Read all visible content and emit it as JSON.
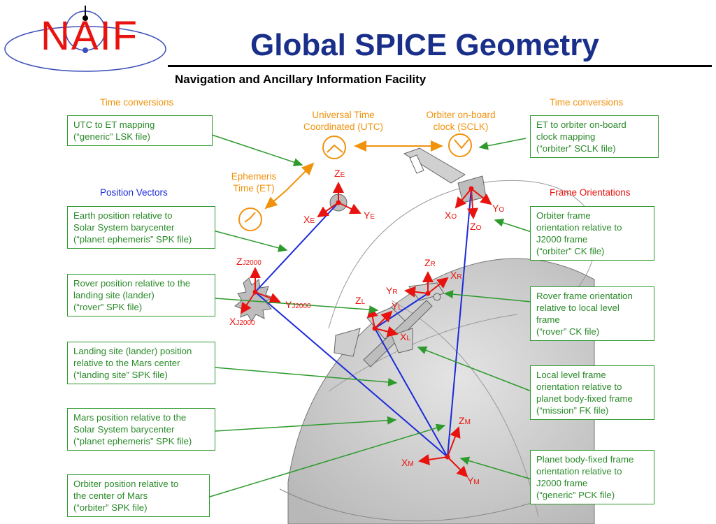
{
  "logo": {
    "text": "NAIF"
  },
  "header": {
    "title": "Global SPICE Geometry",
    "subtitle": "Navigation and Ancillary Information Facility"
  },
  "section_labels": {
    "time_left": "Time conversions",
    "time_right": "Time conversions",
    "position_vectors": "Position Vectors",
    "frame_orientations": "Frame Orientations"
  },
  "clocks": {
    "utc": [
      "Universal Time",
      "Coordinated (UTC)"
    ],
    "sclk": [
      "Orbiter on-board",
      "clock (SCLK)"
    ],
    "et": [
      "Ephemeris",
      "Time (ET)"
    ]
  },
  "boxes": {
    "utc_et": [
      "UTC to ET mapping",
      "(“generic” LSK file)"
    ],
    "et_sclk": [
      "ET to orbiter on-board",
      "clock mapping",
      "(“orbiter” SCLK file)"
    ],
    "earth_pos": [
      "Earth position relative to",
      "Solar System barycenter",
      "(“planet ephemeris” SPK file)"
    ],
    "orbiter_frame": [
      "Orbiter frame",
      "orientation relative to",
      "J2000 frame",
      "(“orbiter” CK file)"
    ],
    "rover_pos": [
      "Rover position relative to the",
      "landing site (lander)",
      "(“rover” SPK file)"
    ],
    "rover_frame": [
      "Rover frame orientation",
      "relative to local level",
      "frame",
      "(“rover” CK file)"
    ],
    "landing_site": [
      "Landing site (lander) position",
      "relative to the Mars center",
      "(“landing site” SPK file)"
    ],
    "local_level": [
      "Local level frame",
      "orientation relative to",
      "planet body-fixed frame",
      "(“mission” FK file)"
    ],
    "mars_pos": [
      "Mars position relative to the",
      "Solar System barycenter",
      "(“planet ephemeris” SPK file)"
    ],
    "body_fixed": [
      "Planet body-fixed frame",
      "orientation relative to",
      "J2000 frame",
      "(“generic” PCK file)"
    ],
    "orbiter_pos": [
      "Orbiter position relative to",
      "the center of Mars",
      "(“orbiter” SPK file)"
    ]
  },
  "axes": {
    "ze": [
      "Z",
      "E"
    ],
    "xe": [
      "X",
      "E"
    ],
    "ye": [
      "Y",
      "E"
    ],
    "yo": [
      "Y",
      "O"
    ],
    "xo": [
      "X",
      "O"
    ],
    "zo": [
      "Z",
      "O"
    ],
    "zj": [
      "Z",
      "J2000"
    ],
    "yj": [
      "Y",
      "J2000"
    ],
    "xj": [
      "X",
      "J2000"
    ],
    "zr": [
      "Z",
      "R"
    ],
    "xr": [
      "X",
      "R"
    ],
    "yr": [
      "Y",
      "R"
    ],
    "zl": [
      "Z",
      "L"
    ],
    "yl": [
      "Y",
      "L"
    ],
    "xl": [
      "X",
      "L"
    ],
    "zm": [
      "Z",
      "M"
    ],
    "xm": [
      "X",
      "M"
    ],
    "ym": [
      "Y",
      "M"
    ]
  },
  "colors": {
    "title": "#1a2f8a",
    "box": "#2e9a2e",
    "clock": "#f0920c",
    "vector": "#1b2bd8",
    "axis": "#e8130e"
  }
}
